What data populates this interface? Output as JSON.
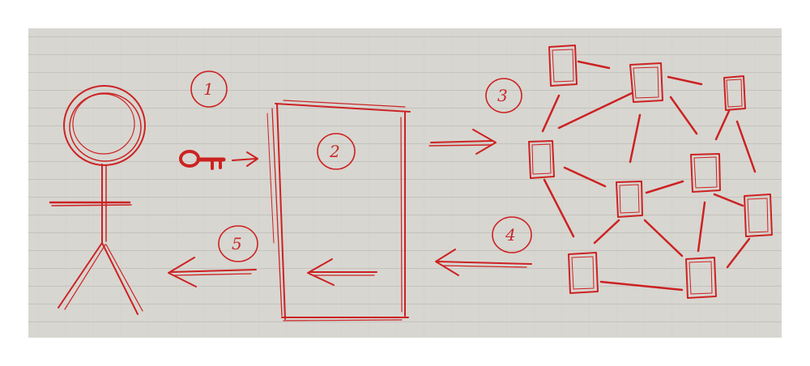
{
  "colors": {
    "ink": "#cc2222",
    "paper": "#d8d6d1",
    "rule": "#c4c2bd"
  },
  "icons": [
    "stick-figure-user",
    "key-icon",
    "door-box",
    "network-graph"
  ],
  "steps": [
    {
      "id": "step-1",
      "label": "1"
    },
    {
      "id": "step-2",
      "label": "2"
    },
    {
      "id": "step-3",
      "label": "3"
    },
    {
      "id": "step-4",
      "label": "4"
    },
    {
      "id": "step-5",
      "label": "5"
    }
  ]
}
